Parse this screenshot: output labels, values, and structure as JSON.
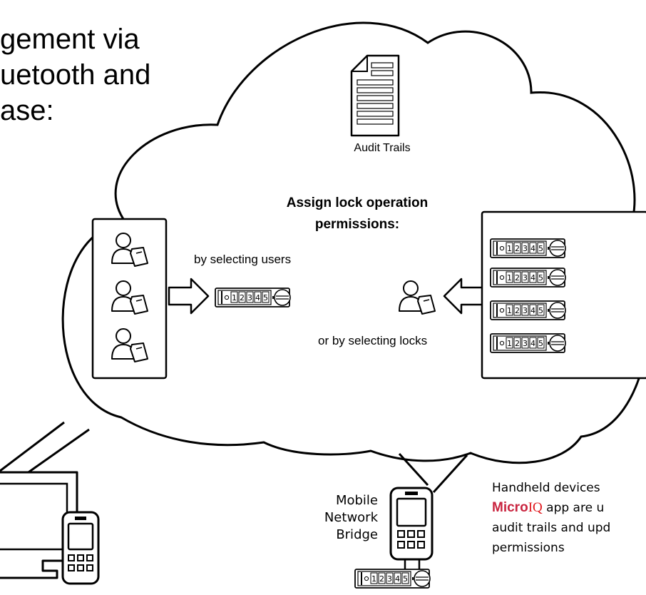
{
  "heading_lines": [
    "gement via",
    "uetooth and",
    "ase:"
  ],
  "audit_label": "Audit Trails",
  "assign_title_lines": [
    "Assign lock operation",
    "permissions:"
  ],
  "by_users": "by selecting users",
  "by_locks": "or by selecting locks",
  "bridge_lines": [
    "Mobile",
    "Network",
    "Bridge"
  ],
  "handheld": {
    "line1": "Handheld devices",
    "brand_micro": "Micro",
    "brand_iq": "IQ",
    "line2_rest": " app are u",
    "line3": "audit trails and upd",
    "line4": "permissions"
  },
  "lock_digits": [
    "1",
    "2",
    "3",
    "4",
    "5"
  ],
  "colors": {
    "brand_micro": "#c9243f",
    "brand_iq": "#e0161b",
    "ink": "#000000"
  },
  "icons": [
    "document-icon",
    "user-with-card-icon",
    "keypad-lock-icon",
    "arrow-right-icon",
    "arrow-left-icon",
    "monitor-icon",
    "mobile-phone-icon"
  ]
}
